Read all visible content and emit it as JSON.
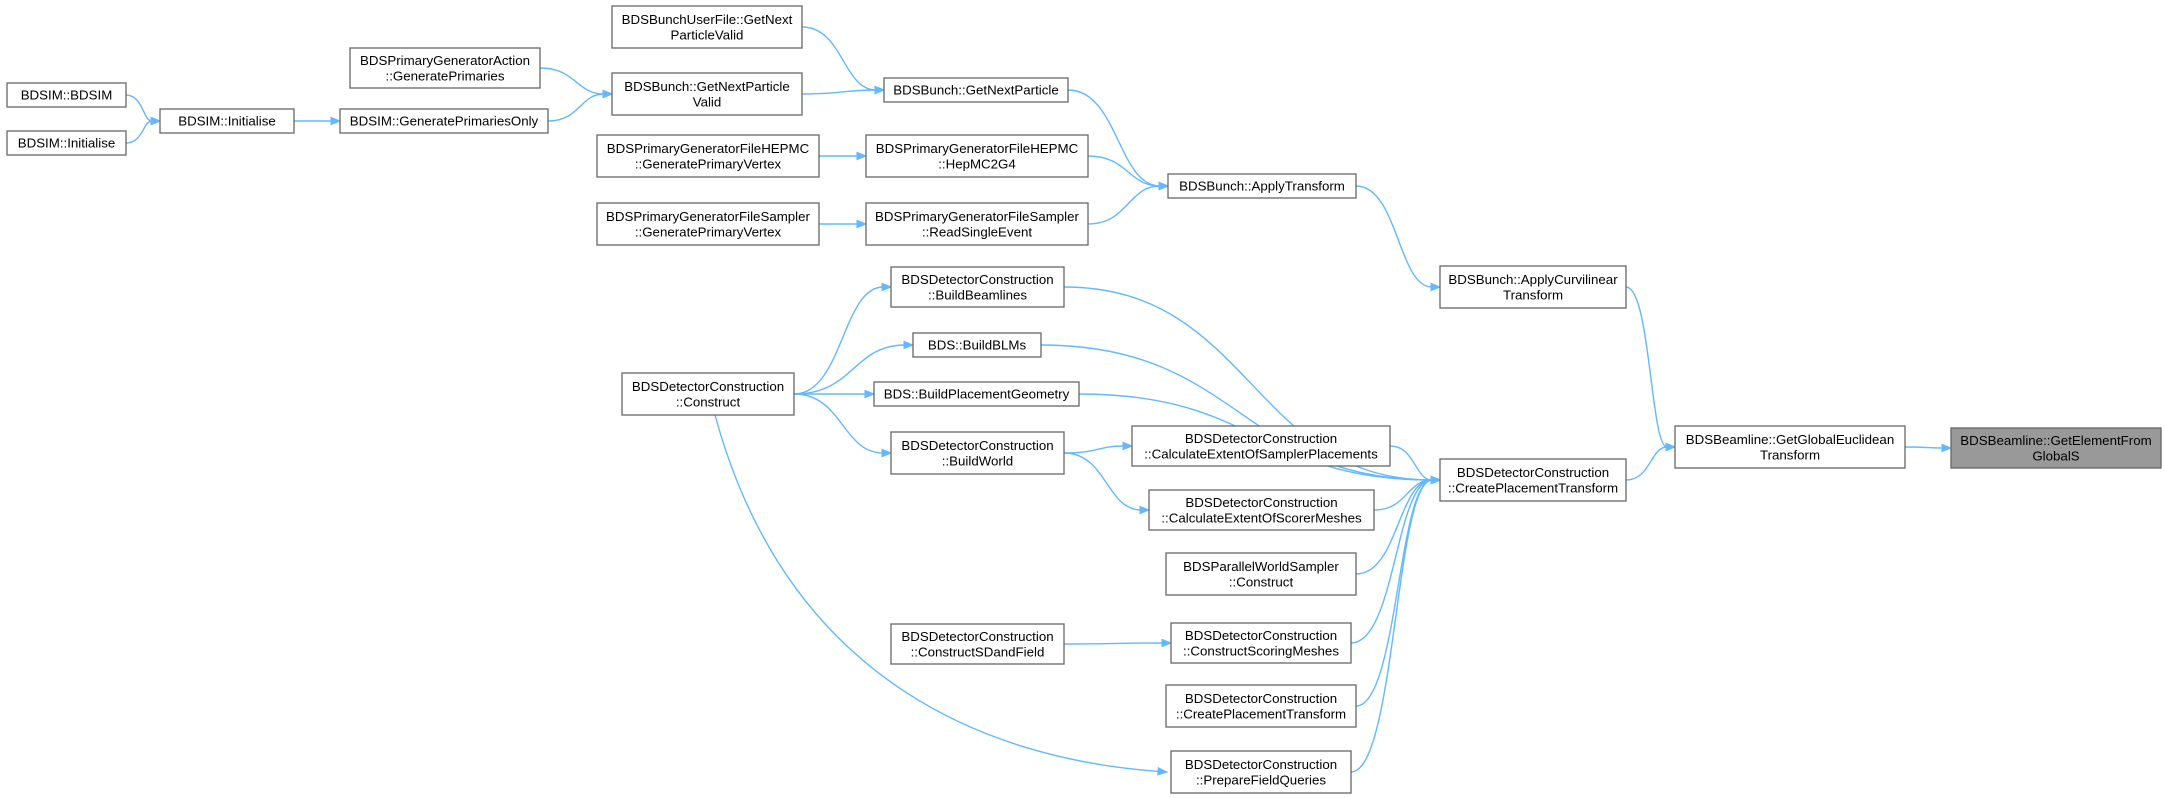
{
  "graph": {
    "nodes": [
      {
        "id": "getElementFromGlobalS",
        "lines": [
          "BDSBeamline::GetElementFrom",
          "GlobalS"
        ],
        "root": true
      },
      {
        "id": "getGlobalEuclideanTransform",
        "lines": [
          "BDSBeamline::GetGlobalEuclidean",
          "Transform"
        ]
      },
      {
        "id": "createPlacementTransform",
        "lines": [
          "BDSDetectorConstruction",
          "::CreatePlacementTransform"
        ]
      },
      {
        "id": "applyCurvilinearTransform",
        "lines": [
          "BDSBunch::ApplyCurvilinear",
          "Transform"
        ]
      },
      {
        "id": "applyTransform",
        "lines": [
          "BDSBunch::ApplyTransform"
        ]
      },
      {
        "id": "getNextParticle",
        "lines": [
          "BDSBunch::GetNextParticle"
        ]
      },
      {
        "id": "bunchUserFileGetNext",
        "lines": [
          "BDSBunchUserFile::GetNext",
          "ParticleValid"
        ]
      },
      {
        "id": "getNextParticleValid",
        "lines": [
          "BDSBunch::GetNextParticle",
          "Valid"
        ]
      },
      {
        "id": "generatePrimaries",
        "lines": [
          "BDSPrimaryGeneratorAction",
          "::GeneratePrimaries"
        ]
      },
      {
        "id": "generatePrimariesOnly",
        "lines": [
          "BDSIM::GeneratePrimariesOnly"
        ]
      },
      {
        "id": "bdsimInitialise",
        "lines": [
          "BDSIM::Initialise"
        ]
      },
      {
        "id": "bdsimCtor",
        "lines": [
          "BDSIM::BDSIM"
        ]
      },
      {
        "id": "bdsimInitialise2",
        "lines": [
          "BDSIM::Initialise"
        ]
      },
      {
        "id": "hepMC2G4",
        "lines": [
          "BDSPrimaryGeneratorFileHEPMC",
          "::HepMC2G4"
        ]
      },
      {
        "id": "hepmcGenerateVertex",
        "lines": [
          "BDSPrimaryGeneratorFileHEPMC",
          "::GeneratePrimaryVertex"
        ]
      },
      {
        "id": "readSingleEvent",
        "lines": [
          "BDSPrimaryGeneratorFileSampler",
          "::ReadSingleEvent"
        ]
      },
      {
        "id": "samplerGenerateVertex",
        "lines": [
          "BDSPrimaryGeneratorFileSampler",
          "::GeneratePrimaryVertex"
        ]
      },
      {
        "id": "buildBeamlines",
        "lines": [
          "BDSDetectorConstruction",
          "::BuildBeamlines"
        ]
      },
      {
        "id": "buildBLMs",
        "lines": [
          "BDS::BuildBLMs"
        ]
      },
      {
        "id": "buildPlacementGeometry",
        "lines": [
          "BDS::BuildPlacementGeometry"
        ]
      },
      {
        "id": "detConstruct",
        "lines": [
          "BDSDetectorConstruction",
          "::Construct"
        ]
      },
      {
        "id": "buildWorld",
        "lines": [
          "BDSDetectorConstruction",
          "::BuildWorld"
        ]
      },
      {
        "id": "calcExtentSampler",
        "lines": [
          "BDSDetectorConstruction",
          "::CalculateExtentOfSamplerPlacements"
        ]
      },
      {
        "id": "calcExtentScorer",
        "lines": [
          "BDSDetectorConstruction",
          "::CalculateExtentOfScorerMeshes"
        ]
      },
      {
        "id": "parallelWorldSamplerConstruct",
        "lines": [
          "BDSParallelWorldSampler",
          "::Construct"
        ]
      },
      {
        "id": "constructScoringMeshes",
        "lines": [
          "BDSDetectorConstruction",
          "::ConstructScoringMeshes"
        ]
      },
      {
        "id": "constructSDandField",
        "lines": [
          "BDSDetectorConstruction",
          "::ConstructSDandField"
        ]
      },
      {
        "id": "createPlacementTransform2",
        "lines": [
          "BDSDetectorConstruction",
          "::CreatePlacementTransform"
        ]
      },
      {
        "id": "prepareFieldQueries",
        "lines": [
          "BDSDetectorConstruction",
          "::PrepareFieldQueries"
        ]
      }
    ],
    "edges": [
      {
        "from": "getGlobalEuclideanTransform",
        "to": "getElementFromGlobalS"
      },
      {
        "from": "createPlacementTransform",
        "to": "getGlobalEuclideanTransform"
      },
      {
        "from": "applyCurvilinearTransform",
        "to": "getGlobalEuclideanTransform"
      },
      {
        "from": "applyTransform",
        "to": "applyCurvilinearTransform"
      },
      {
        "from": "getNextParticle",
        "to": "applyTransform"
      },
      {
        "from": "hepMC2G4",
        "to": "applyTransform"
      },
      {
        "from": "readSingleEvent",
        "to": "applyTransform"
      },
      {
        "from": "bunchUserFileGetNext",
        "to": "getNextParticle"
      },
      {
        "from": "getNextParticleValid",
        "to": "getNextParticle"
      },
      {
        "from": "generatePrimaries",
        "to": "getNextParticleValid"
      },
      {
        "from": "generatePrimariesOnly",
        "to": "getNextParticleValid"
      },
      {
        "from": "bdsimInitialise",
        "to": "generatePrimariesOnly"
      },
      {
        "from": "bdsimCtor",
        "to": "bdsimInitialise"
      },
      {
        "from": "bdsimInitialise2",
        "to": "bdsimInitialise"
      },
      {
        "from": "hepmcGenerateVertex",
        "to": "hepMC2G4"
      },
      {
        "from": "samplerGenerateVertex",
        "to": "readSingleEvent"
      },
      {
        "from": "buildBeamlines",
        "to": "createPlacementTransform"
      },
      {
        "from": "buildBLMs",
        "to": "createPlacementTransform"
      },
      {
        "from": "buildPlacementGeometry",
        "to": "createPlacementTransform"
      },
      {
        "from": "calcExtentSampler",
        "to": "createPlacementTransform"
      },
      {
        "from": "calcExtentScorer",
        "to": "createPlacementTransform"
      },
      {
        "from": "parallelWorldSamplerConstruct",
        "to": "createPlacementTransform"
      },
      {
        "from": "constructScoringMeshes",
        "to": "createPlacementTransform"
      },
      {
        "from": "createPlacementTransform2",
        "to": "createPlacementTransform"
      },
      {
        "from": "prepareFieldQueries",
        "to": "createPlacementTransform"
      },
      {
        "from": "detConstruct",
        "to": "buildBeamlines"
      },
      {
        "from": "detConstruct",
        "to": "buildBLMs"
      },
      {
        "from": "detConstruct",
        "to": "buildPlacementGeometry"
      },
      {
        "from": "detConstruct",
        "to": "buildWorld"
      },
      {
        "from": "detConstruct",
        "to": "prepareFieldQueries"
      },
      {
        "from": "buildWorld",
        "to": "calcExtentSampler"
      },
      {
        "from": "buildWorld",
        "to": "calcExtentScorer"
      },
      {
        "from": "constructSDandField",
        "to": "constructScoringMeshes"
      }
    ]
  },
  "colors": {
    "edge": "#63b8ff",
    "node_border": "#666666",
    "node_fill": "#ffffff",
    "root_fill": "#999999",
    "text": "#000000"
  }
}
